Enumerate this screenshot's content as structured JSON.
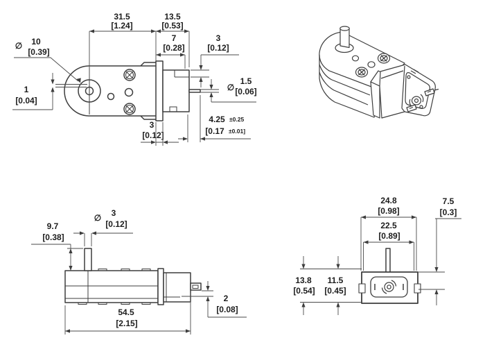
{
  "drawing": {
    "type": "mechanical-dimension-drawing",
    "subject": "mini plastic gearmotor, four views (top, isometric, side, end)",
    "units": "mm over [inch]",
    "colors": {
      "line": "#3d3d3d",
      "text": "#1c1c1c",
      "background": "#ffffff"
    }
  },
  "views": {
    "top": {
      "dia10": {
        "sym": "∅",
        "mm": "10",
        "in": "[0.39]"
      },
      "flat1": {
        "mm": "1",
        "in": "[0.04]"
      },
      "w31_5": {
        "mm": "31.5",
        "in": "[1.24]"
      },
      "w13_5": {
        "mm": "13.5",
        "in": "[0.53]"
      },
      "w7": {
        "mm": "7",
        "in": "[0.28]"
      },
      "h3": {
        "mm": "3",
        "in": "[0.12]"
      },
      "dia1_5": {
        "sym": "∅",
        "mm": "1.5",
        "in": "[0.06]"
      },
      "l4_25": {
        "mm": "4.25",
        "tol": "±0.25",
        "in": "[0.17",
        "tol_in": "±0.01]"
      },
      "w3": {
        "mm": "3",
        "in": "[0.12]"
      }
    },
    "side": {
      "h9_7": {
        "mm": "9.7",
        "in": "[0.38]"
      },
      "dia3": {
        "sym": "∅",
        "mm": "3",
        "in": "[0.12]"
      },
      "l54_5": {
        "mm": "54.5",
        "in": "[2.15]"
      },
      "h2": {
        "mm": "2",
        "in": "[0.08]"
      }
    },
    "end": {
      "w24_8": {
        "mm": "24.8",
        "in": "[0.98]"
      },
      "w22_5": {
        "mm": "22.5",
        "in": "[0.89]"
      },
      "h7_5": {
        "mm": "7.5",
        "in": "[0.3]"
      },
      "h13_8": {
        "mm": "13.8",
        "in": "[0.54]"
      },
      "h11_5": {
        "mm": "11.5",
        "in": "[0.45]"
      }
    }
  }
}
